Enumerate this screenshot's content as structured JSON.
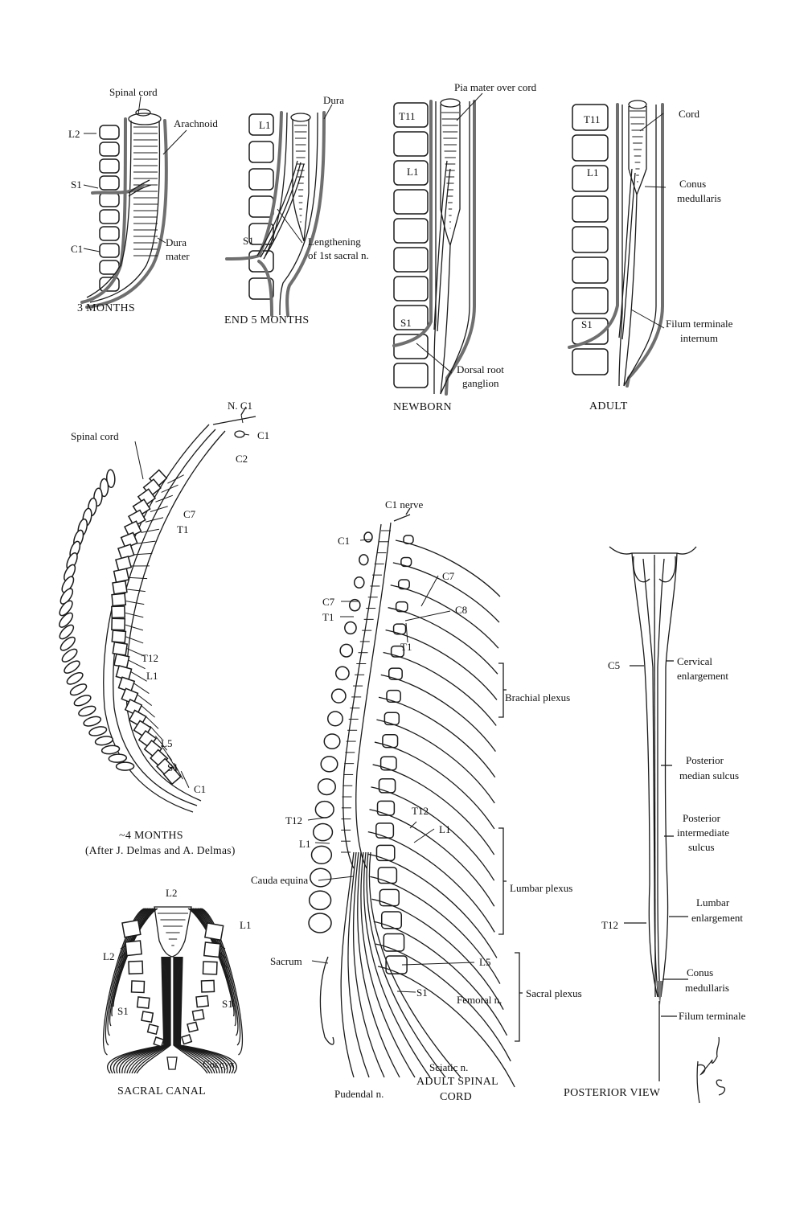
{
  "figure": {
    "panels": [
      {
        "id": "3-months",
        "caption": "3 MONTHS",
        "labels": [
          "Spinal cord",
          "Arachnoid",
          "L2",
          "S1",
          "C1",
          "Dura",
          "mater"
        ]
      },
      {
        "id": "end-5-months",
        "caption": "END 5 MONTHS",
        "labels": [
          "Dura",
          "L1",
          "S1",
          "Lengthening",
          "of 1st sacral n."
        ]
      },
      {
        "id": "newborn",
        "caption": "NEWBORN",
        "labels": [
          "Pia mater over cord",
          "T11",
          "L1",
          "S1",
          "Dorsal root",
          "ganglion"
        ]
      },
      {
        "id": "adult",
        "caption": "ADULT",
        "labels": [
          "Cord",
          "T11",
          "L1",
          "S1",
          "Conus",
          "medullaris",
          "Filum terminale",
          "internum"
        ]
      },
      {
        "id": "4-months",
        "caption": "~4 MONTHS",
        "credit": "(After J. Delmas and A. Delmas)",
        "labels": [
          "N. C1",
          "C1",
          "C2",
          "Spinal cord",
          "C7",
          "T1",
          "T12",
          "L1",
          "L5",
          "S1",
          "C1"
        ]
      },
      {
        "id": "sacral-canal",
        "caption": "SACRAL CANAL",
        "labels": [
          "L2",
          "L1",
          "L2",
          "S1",
          "S1",
          "Coccyx"
        ]
      },
      {
        "id": "adult-spinal-cord",
        "caption_line1": "ADULT  SPINAL",
        "caption_line2": "CORD",
        "labels": [
          "C1 nerve",
          "C1",
          "C7",
          "T1",
          "C7",
          "C8",
          "T1",
          "Brachial plexus",
          "T12",
          "L1",
          "T12",
          "L1",
          "Cauda equina",
          "Lumbar plexus",
          "Sacrum",
          "L5",
          "S1",
          "Femoral n.",
          "Sacral plexus",
          "Sciatic n.",
          "Pudendal n."
        ]
      },
      {
        "id": "posterior-view",
        "caption": "POSTERIOR  VIEW",
        "labels": [
          "C5",
          "Cervical",
          "enlargement",
          "Posterior",
          "median sulcus",
          "Posterior",
          "intermediate",
          "sulcus",
          "T12",
          "Lumbar",
          "enlargement",
          "Conus",
          "medullaris",
          "Filum terminale"
        ]
      }
    ]
  }
}
